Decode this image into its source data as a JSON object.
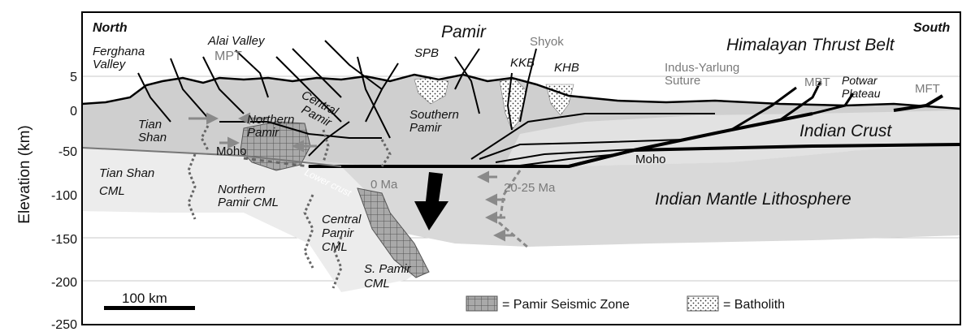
{
  "axis": {
    "ylabel": "Elevation (km)",
    "ticks": [
      "5",
      "0",
      "-50",
      "-100",
      "-150",
      "-200",
      "-250"
    ]
  },
  "labels": {
    "north": "North",
    "south": "South",
    "pamir": "Pamir",
    "himalayan_thrust_belt": "Himalayan Thrust Belt",
    "ferghana_valley_1": "Ferghana",
    "ferghana_valley_2": "Valley",
    "alai_valley": "Alai Valley",
    "mpt": "MPT",
    "spb": "SPB",
    "shyok": "Shyok",
    "kkb": "KKB",
    "khb": "KHB",
    "indus_yarlung_1": "Indus-Yarlung",
    "indus_yarlung_2": "Suture",
    "mbt": "MBT",
    "potwar_1": "Potwar",
    "potwar_2": "Plateau",
    "mft": "MFT",
    "tian_shan_1": "Tian",
    "tian_shan_2": "Shan",
    "northern_pamir_1": "Northern",
    "northern_pamir_2": "Pamir",
    "central_pamir_1": "Central",
    "central_pamir_2": "Pamir",
    "southern_pamir_1": "Southern",
    "southern_pamir_2": "Pamir",
    "indian_crust": "Indian Crust",
    "moho_left": "Moho",
    "moho_right": "Moho",
    "tian_shan_cml_1": "Tian Shan",
    "tian_shan_cml_2": "CML",
    "northern_pamir_cml_1": "Northern",
    "northern_pamir_cml_2": "Pamir CML",
    "lower_crust": "Lower crust",
    "zero_ma": "0 Ma",
    "twenty_ma": "20-25 Ma",
    "indian_mantle": "Indian Mantle Lithosphere",
    "central_pamir_cml_1": "Central",
    "central_pamir_cml_2": "Pamir",
    "central_pamir_cml_3": "CML",
    "s_pamir_cml_1": "S. Pamir",
    "s_pamir_cml_2": "CML"
  },
  "scale_bar": {
    "label": "100 km"
  },
  "legend": {
    "seismic": "= Pamir Seismic Zone",
    "batholith": "= Batholith"
  },
  "colors": {
    "crust": "#cfcfcf",
    "crust_light": "#e3e3e3",
    "mantle": "#d6d6d6",
    "pale": "#ececec",
    "label_gray": "#7a7a7a",
    "seismic_fill": "#a9a9a9"
  }
}
